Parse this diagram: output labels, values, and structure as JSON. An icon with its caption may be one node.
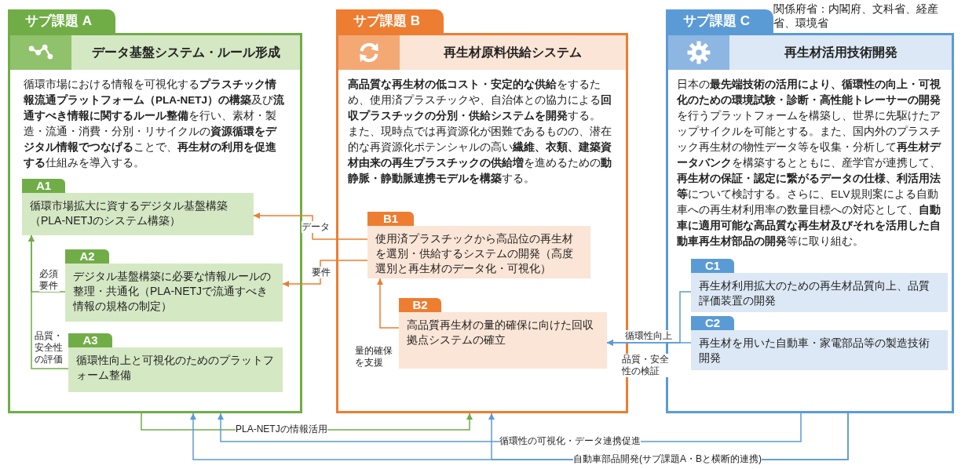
{
  "diagram": {
    "nodes": [
      {
        "text": [
          "サブ課題 A",
          "循環市場における情報を可視化する**プラスチック情報流通プラットフォーム（PLA-NETJ）の構築**及び**流通すべき情報に関するルール整備**を行い、素材・製造・流通・消費・分別・リサイクルの**資源循環をデジタル情報でつなげる**ことで、**再生材の利用を促進する**仕組みを導入する。"
        ]
      },
      {
        "text": [
          "データ基盤システム・ルール形成"
        ],
        "in": 0
      },
      {
        "text": [
          "A1",
          "循環市場拡大に資するデジタル基盤構築（PLA-NETJのシステム構築）"
        ],
        "in": 0
      },
      {
        "text": [
          "A2",
          "デジタル基盤構築に必要な情報ルールの整理・共通化（PLA-NETJで流通すべき情報の規格の制定）"
        ],
        "in": 0
      },
      {
        "text": [
          "A3",
          "循環性向上と可視化のためのプラットフォーム整備"
        ],
        "in": 0
      },
      {
        "text": [
          "サブ課題 B",
          "**高品質な再生材の低コスト・安定的な供給**をするため、使用済プラスチックや、自治体との協力による**回収プラスチックの分別・供給システムを開発**する。",
          "また、現時点では再資源化が困難であるものの、潜在的な再資源化ポテンシャルの高い**繊維、衣類、建築資材由来の再生プラスチックの供給増**を進めるための**動静脈・静動脈連携モデルを構築**する。"
        ]
      },
      {
        "text": [
          "再生材原料供給システム"
        ],
        "in": 5
      },
      {
        "text": [
          "B1",
          "使用済プラスチックから高品位の再生材を選別・供給するシステムの開発（高度選別と再生材のデータ化・可視化）"
        ],
        "in": 5
      },
      {
        "text": [
          "B2",
          "高品質再生材の量的確保に向けた回収拠点システムの確立"
        ],
        "in": 5
      },
      {
        "text": [
          "サブ課題 C",
          "日本の**最先端技術の活用により、循環性の向上・可視化のための環境試験・診断・高性能トレーサーの開発**を行うプラットフォームを構築し、世界に先駆けたアップサイクルを可能とする。また、国内外のプラスチック再生材の物性データ等を収集・分析して**再生材データバンク**を構築するとともに、産学官が連携して、**再生材の保証・認定に繋がるデータの仕様、利活用法等**について検討する。さらに、ELV規則案による自動車への再生材利用率の数量目標への対応として、**自動車に適用可能な高品質な再生材及びそれを活用した自動車再生材部品の開発**等に取り組む。"
        ]
      },
      {
        "text": [
          "再生材活用技術開発"
        ],
        "in": 9
      },
      {
        "text": [
          "C1",
          "再生材利用拡大のための再生材品質向上、品質評価装置の開発"
        ],
        "in": 9
      },
      {
        "text": [
          "C2",
          "再生材を用いた自動車・家電部品等の製造技術開発"
        ],
        "in": 9
      }
    ],
    "edges": [
      {
        "from": 7,
        "to": 2,
        "arrow": "to",
        "label": "データ",
        "color": "#ed7d31"
      },
      {
        "from": 7,
        "to": 3,
        "arrow": "to",
        "label": "要件",
        "color": "#ed7d31"
      },
      {
        "from": 3,
        "to": 2,
        "arrow": "to",
        "label": "必須要件",
        "color": "#70ad47"
      },
      {
        "from": 4,
        "to": 2,
        "arrow": "to",
        "label": "品質・安全性の評価",
        "color": "#70ad47"
      },
      {
        "from": 8,
        "to": 7,
        "arrow": "to",
        "label": "量的確保を支援",
        "color": "#ed7d31"
      },
      {
        "from": 11,
        "to": 8,
        "arrow": "to",
        "label": "循環性向上"
      },
      {
        "from": 12,
        "to": 8,
        "arrow": "to",
        "label": "品質・安全性の検証"
      },
      {
        "from": 0,
        "to": 5,
        "arrow": "to",
        "label": "PLA-NETJの情報活用",
        "color": "#70ad47"
      },
      {
        "from": 9,
        "to": 0,
        "arrow": "to",
        "label": "循環性の可視化・データ連携促進"
      },
      {
        "from": 9,
        "to": 0,
        "arrow": "to",
        "label": "自動車部品開発(サブ課題A・Bと横断的連携)"
      },
      {
        "from": 9,
        "to": 5,
        "arrow": "to"
      }
    ],
    "labels": [
      "関係府省：内閣府、文科省、経産省、環境省"
    ]
  }
}
